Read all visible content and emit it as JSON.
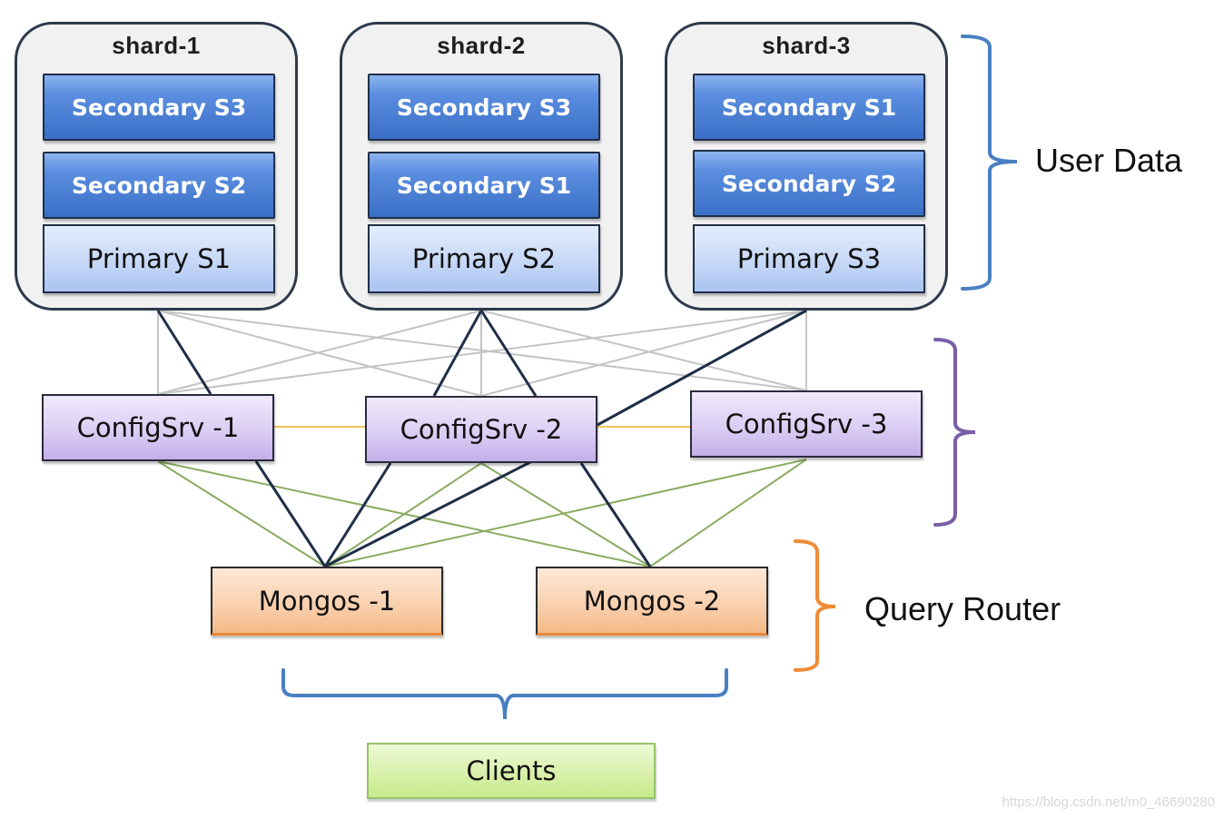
{
  "diagram": {
    "shards": [
      {
        "title": "shard-1",
        "members": [
          {
            "label": "Secondary S3",
            "role": "secondary"
          },
          {
            "label": "Secondary S2",
            "role": "secondary"
          },
          {
            "label": "Primary S1",
            "role": "primary"
          }
        ]
      },
      {
        "title": "shard-2",
        "members": [
          {
            "label": "Secondary S3",
            "role": "secondary"
          },
          {
            "label": "Secondary S1",
            "role": "secondary"
          },
          {
            "label": "Primary S2",
            "role": "primary"
          }
        ]
      },
      {
        "title": "shard-3",
        "members": [
          {
            "label": "Secondary S1",
            "role": "secondary"
          },
          {
            "label": "Secondary S2",
            "role": "secondary"
          },
          {
            "label": "Primary S3",
            "role": "primary"
          }
        ]
      }
    ],
    "config_servers": [
      "ConfigSrv -1",
      "ConfigSrv -2",
      "ConfigSrv -3"
    ],
    "mongos": [
      "Mongos -1",
      "Mongos -2"
    ],
    "clients": "Clients",
    "groups": {
      "user_data": {
        "label": "User Data",
        "color": "#4a7fc1"
      },
      "config": {
        "label": "",
        "color": "#7b5ea7"
      },
      "query_router": {
        "label": "Query Router",
        "color": "#ef8a35"
      },
      "clients_brace": {
        "color": "#4a7fc1"
      }
    },
    "colors": {
      "strong_link": "#1f2f48",
      "weak_link": "#c4c4c4",
      "config_link": "#f2c45a",
      "mongos_link": "#8aab62"
    },
    "watermark": "https://blog.csdn.net/m0_46690280"
  }
}
